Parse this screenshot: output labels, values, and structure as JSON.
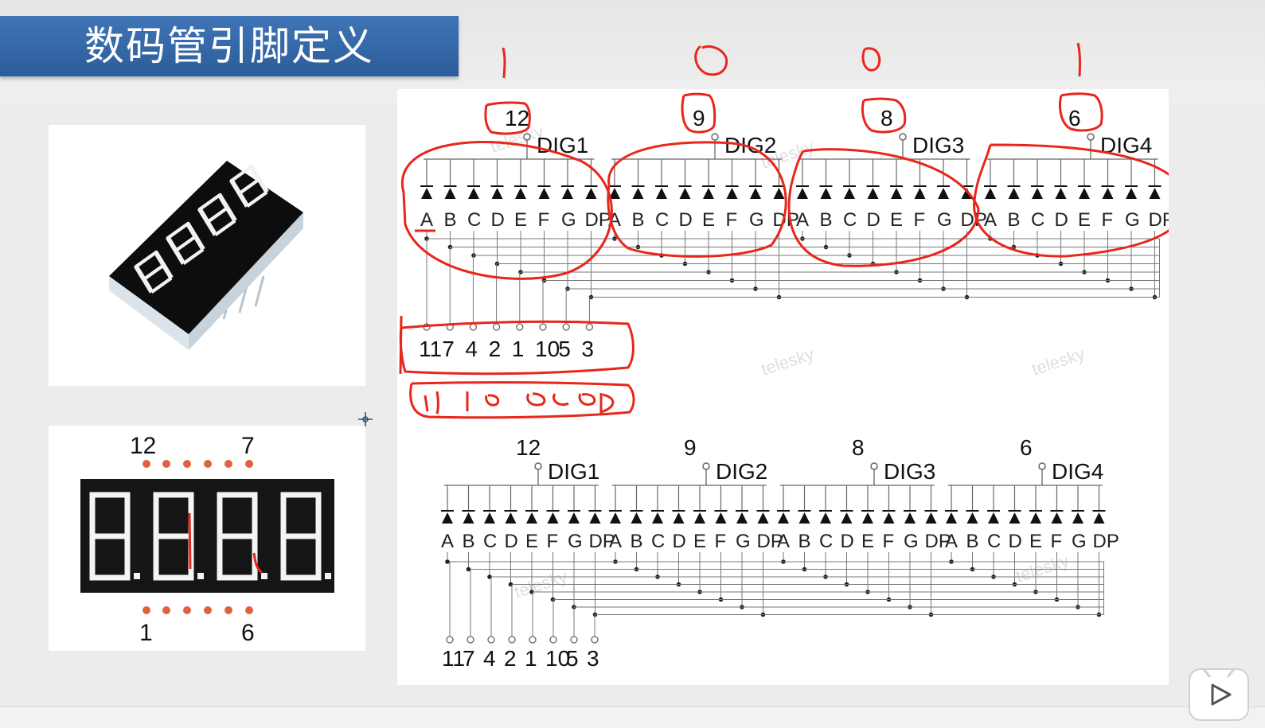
{
  "slide": {
    "title": "数码管引脚定义",
    "accent_color": "#2f64a6",
    "annotation_color": "#e8261c"
  },
  "pinout": {
    "top_left_pin": "12",
    "top_right_pin": "7",
    "bottom_left_pin": "1",
    "bottom_right_pin": "6"
  },
  "schematic": {
    "segments": [
      "A",
      "B",
      "C",
      "D",
      "E",
      "F",
      "G",
      "DP"
    ],
    "digits": [
      {
        "label": "DIG1",
        "pin": "12"
      },
      {
        "label": "DIG2",
        "pin": "9"
      },
      {
        "label": "DIG3",
        "pin": "8"
      },
      {
        "label": "DIG4",
        "pin": "6"
      }
    ],
    "segment_pins": [
      "11",
      "7",
      "4",
      "2",
      "1",
      "10",
      "5",
      "3"
    ],
    "watermark": "telesky"
  },
  "annotations": {
    "digit_marks": [
      "1",
      "0",
      "0",
      "1"
    ]
  },
  "icons": {
    "cursor": "crosshair-cursor-icon",
    "player": "play-button-icon"
  }
}
